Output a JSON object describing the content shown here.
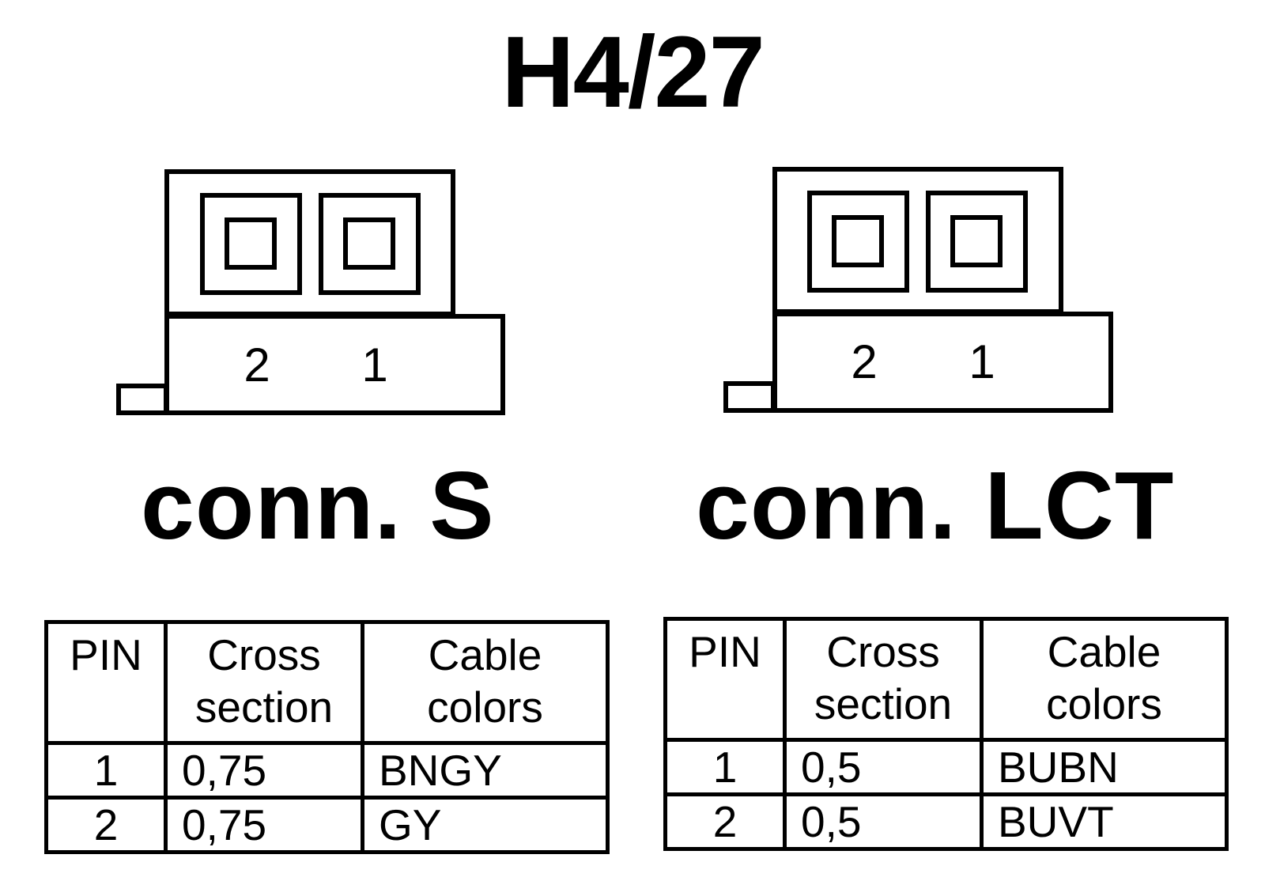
{
  "title": "H4/27",
  "connectors": [
    {
      "label": "conn. S",
      "pin_numbers": [
        "2",
        "1"
      ]
    },
    {
      "label": "conn. LCT",
      "pin_numbers": [
        "2",
        "1"
      ]
    }
  ],
  "tables": [
    {
      "headers": {
        "pin": "PIN",
        "cross_line1": "Cross",
        "cross_line2": "section",
        "cable_line1": "Cable",
        "cable_line2": "colors"
      },
      "rows": [
        {
          "pin": "1",
          "cross": "0,75",
          "color": "BNGY"
        },
        {
          "pin": "2",
          "cross": "0,75",
          "color": "GY"
        }
      ]
    },
    {
      "headers": {
        "pin": "PIN",
        "cross_line1": "Cross",
        "cross_line2": "section",
        "cable_line1": "Cable",
        "cable_line2": "colors"
      },
      "rows": [
        {
          "pin": "1",
          "cross": "0,5",
          "color": "BUBN"
        },
        {
          "pin": "2",
          "cross": "0,5",
          "color": "BUVT"
        }
      ]
    }
  ]
}
